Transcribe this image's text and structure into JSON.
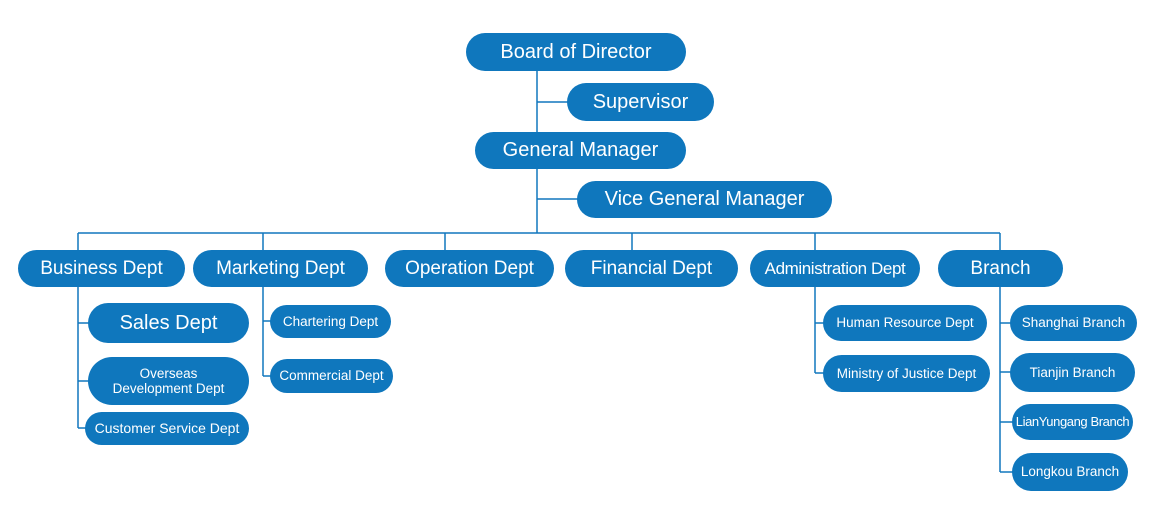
{
  "diagram": {
    "type": "org-chart",
    "colors": {
      "node_fill": "#0F77BD",
      "node_text": "#FFFFFF",
      "connector": "#1077BE",
      "background": "#FFFFFF"
    },
    "nodes": {
      "board": {
        "label": "Board of Director"
      },
      "supervisor": {
        "label": "Supervisor"
      },
      "general_manager": {
        "label": "General Manager"
      },
      "vice_general_manager": {
        "label": "Vice General Manager"
      },
      "business": {
        "label": "Business Dept"
      },
      "marketing": {
        "label": "Marketing Dept"
      },
      "operation": {
        "label": "Operation Dept"
      },
      "financial": {
        "label": "Financial Dept"
      },
      "administration": {
        "label": "Administration Dept"
      },
      "branch": {
        "label": "Branch"
      },
      "sales": {
        "label": "Sales Dept"
      },
      "overseas": {
        "label": "Overseas Development Dept"
      },
      "customer_service": {
        "label": "Customer Service Dept"
      },
      "chartering": {
        "label": "Chartering Dept"
      },
      "commercial": {
        "label": "Commercial Dept"
      },
      "human_resource": {
        "label": "Human Resource Dept"
      },
      "ministry_justice": {
        "label": "Ministry of Justice Dept"
      },
      "shanghai": {
        "label": "Shanghai Branch"
      },
      "tianjin": {
        "label": "Tianjin Branch"
      },
      "lianyungang": {
        "label": "LianYungang Branch"
      },
      "longkou": {
        "label": "Longkou Branch"
      }
    },
    "structure": {
      "board": [
        "supervisor",
        "general_manager"
      ],
      "general_manager": [
        "vice_general_manager",
        "business",
        "marketing",
        "operation",
        "financial",
        "administration",
        "branch"
      ],
      "business": [
        "sales",
        "overseas",
        "customer_service"
      ],
      "marketing": [
        "chartering",
        "commercial"
      ],
      "administration": [
        "human_resource",
        "ministry_justice"
      ],
      "branch": [
        "shanghai",
        "tianjin",
        "lianyungang",
        "longkou"
      ]
    }
  }
}
